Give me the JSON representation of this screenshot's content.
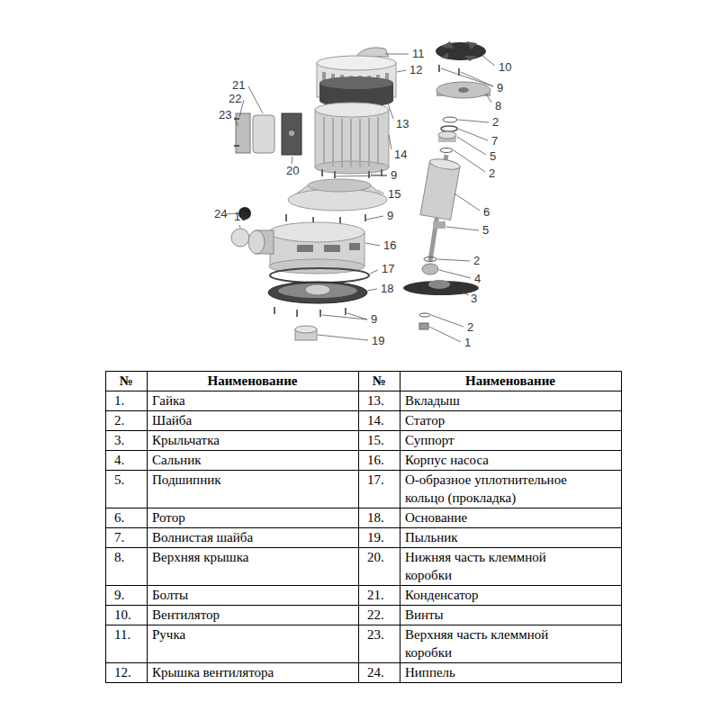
{
  "diagram": {
    "labels": [
      "11",
      "12",
      "10",
      "9",
      "8",
      "21",
      "22",
      "23",
      "2",
      "13",
      "7",
      "5",
      "2",
      "14",
      "20",
      "9",
      "15",
      "9",
      "24",
      "19",
      "6",
      "5",
      "16",
      "2",
      "17",
      "4",
      "18",
      "3",
      "9",
      "2",
      "19",
      "1",
      "№",
      "Наименование",
      "№",
      "Наименование",
      "1.",
      "Гайка",
      "13.",
      "Вкладыш",
      "2.",
      "Шайба",
      "14.",
      "Статор",
      "3.",
      "Крыльчатка",
      "15.",
      "Суппорт",
      "4.",
      "Сальник",
      "16.",
      "Корпус насоса",
      "5.",
      "Подшипник",
      "17.",
      "О-образное уплотнительное кольцо (прокладка)",
      "6.",
      "Ротор",
      "18.",
      "Основание",
      "7.",
      "Волнистая шайба",
      "19.",
      "Пыльник",
      "8.",
      "Верхняя крышка",
      "20.",
      "Нижняя часть клеммной коробки",
      "9.",
      "Болты",
      "21.",
      "Конденсатор",
      "10.",
      "Вентилятор",
      "22.",
      "Винты",
      "11.",
      "Ручка",
      "23.",
      "Верхняя часть клеммной коробки",
      "12.",
      "Крышка вентилятора",
      "24.",
      "Ниппель"
    ]
  }
}
